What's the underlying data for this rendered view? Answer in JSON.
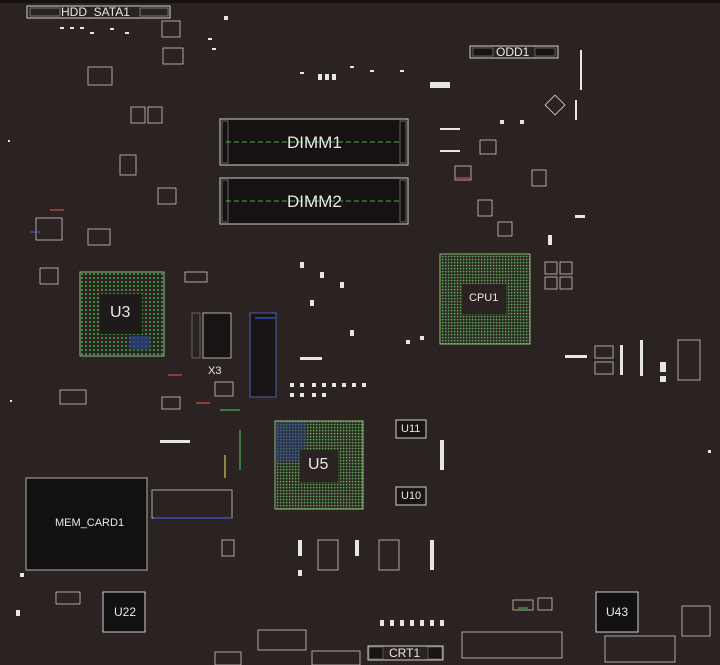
{
  "board": {
    "background": "#2b2322",
    "trace_colors": [
      "#4caf50",
      "#d94a4a",
      "#3b5bd6",
      "#e6e6e6",
      "#d8c84a"
    ],
    "labels": {
      "hdd_sata1": "HDD_SATA1",
      "odd1": "ODD1",
      "dimm1": "DIMM1",
      "dimm2": "DIMM2",
      "cpu1": "CPU1",
      "u3": "U3",
      "x3": "X3",
      "u5": "U5",
      "u11": "U11",
      "u10": "U10",
      "mem_card1": "MEM_CARD1",
      "u22": "U22",
      "u43": "U43",
      "crt1": "CRT1"
    }
  }
}
